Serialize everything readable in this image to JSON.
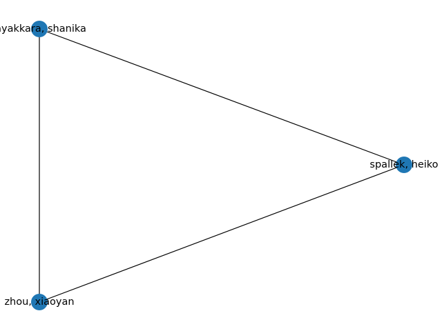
{
  "graph": {
    "node_color": "#1f77b4",
    "edge_color": "#000000",
    "nodes": [
      {
        "id": "n1",
        "label": "jayakkara, shanika"
      },
      {
        "id": "n2",
        "label": "spallek, heiko"
      },
      {
        "id": "n3",
        "label": "zhou, xiaoyan"
      }
    ],
    "edges": [
      {
        "source": "n1",
        "target": "n2"
      },
      {
        "source": "n1",
        "target": "n3"
      },
      {
        "source": "n2",
        "target": "n3"
      }
    ]
  }
}
